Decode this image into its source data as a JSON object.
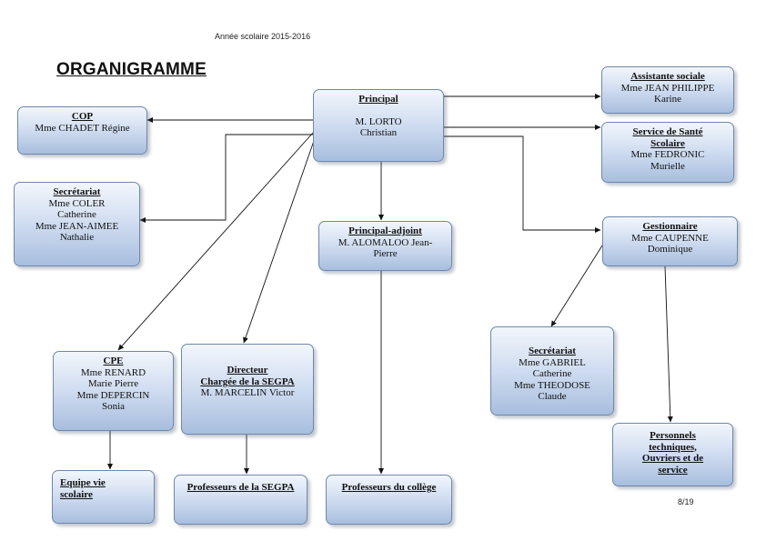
{
  "header": {
    "school_year": "Année scolaire 2015-2016",
    "title": "ORGANIGRAMME",
    "page_number": "8/19"
  },
  "nodes": {
    "principal": {
      "title": "Principal",
      "lines": [
        "M. LORTO",
        "Christian"
      ]
    },
    "cop": {
      "title": "COP",
      "lines": [
        "Mme CHADET Régine"
      ]
    },
    "secretariat_left": {
      "title": "Secrétariat",
      "lines": [
        "Mme COLER",
        "Catherine",
        "Mme  JEAN-AIMEE",
        "Nathalie"
      ]
    },
    "assistante_sociale": {
      "title": "Assistante sociale",
      "lines": [
        "Mme JEAN PHILIPPE",
        "Karine"
      ]
    },
    "service_sante": {
      "title_lines": [
        "Service de Santé",
        "Scolaire"
      ],
      "lines": [
        "Mme FEDRONIC",
        "Murielle"
      ]
    },
    "principal_adjoint": {
      "title": "Principal-adjoint",
      "lines": [
        "M. ALOMALOO Jean-",
        "Pierre"
      ]
    },
    "gestionnaire": {
      "title": "Gestionnaire",
      "lines": [
        "Mme CAUPENNE",
        "Dominique"
      ]
    },
    "cpe": {
      "title": "CPE",
      "lines": [
        "Mme RENARD",
        "Marie Pierre",
        "Mme DEPERCIN",
        "Sonia"
      ]
    },
    "directeur_segpa": {
      "title_lines": [
        "Directeur",
        "Chargée de la SEGPA"
      ],
      "lines": [
        "M. MARCELIN Victor"
      ]
    },
    "secretariat_right": {
      "title": "Secrétariat",
      "lines": [
        "Mme GABRIEL",
        "Catherine",
        "Mme THEODOSE",
        "Claude"
      ]
    },
    "personnels_techniques": {
      "title_lines": [
        "Personnels",
        "techniques,",
        "Ouvriers et de",
        "service"
      ]
    },
    "equipe_vie_scolaire": {
      "title_lines": [
        "Equipe vie",
        "scolaire"
      ]
    },
    "professeurs_segpa": {
      "title": "Professeurs de la SEGPA"
    },
    "professeurs_college": {
      "title": "Professeurs du collège"
    }
  }
}
